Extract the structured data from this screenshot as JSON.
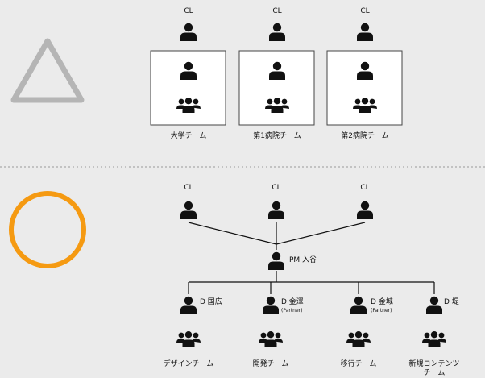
{
  "colors": {
    "background": "#ebebeb",
    "triangle": "#b5b5b5",
    "circle": "#f59a12",
    "icon": "#111111",
    "box_fill": "#ffffff",
    "divider": "#9a9a9a"
  },
  "top_section": {
    "marker": "triangle",
    "cl_label": "CL",
    "teams": [
      {
        "cl": "CL",
        "name": "大学チーム"
      },
      {
        "cl": "CL",
        "name": "第1病院チーム"
      },
      {
        "cl": "CL",
        "name": "第2病院チーム"
      }
    ]
  },
  "bottom_section": {
    "marker": "circle",
    "cls": [
      "CL",
      "CL",
      "CL"
    ],
    "pm": {
      "label": "PM 入谷"
    },
    "directors": [
      {
        "label": "D 国広",
        "sub": "",
        "team": "デザインチーム"
      },
      {
        "label": "D 金澤",
        "sub": "(Partner)",
        "team": "開発チーム"
      },
      {
        "label": "D 金城",
        "sub": "(Partner)",
        "team": "移行チーム"
      },
      {
        "label": "D 堤",
        "sub": "",
        "team": "新規コンテンツ\nチーム"
      }
    ]
  }
}
